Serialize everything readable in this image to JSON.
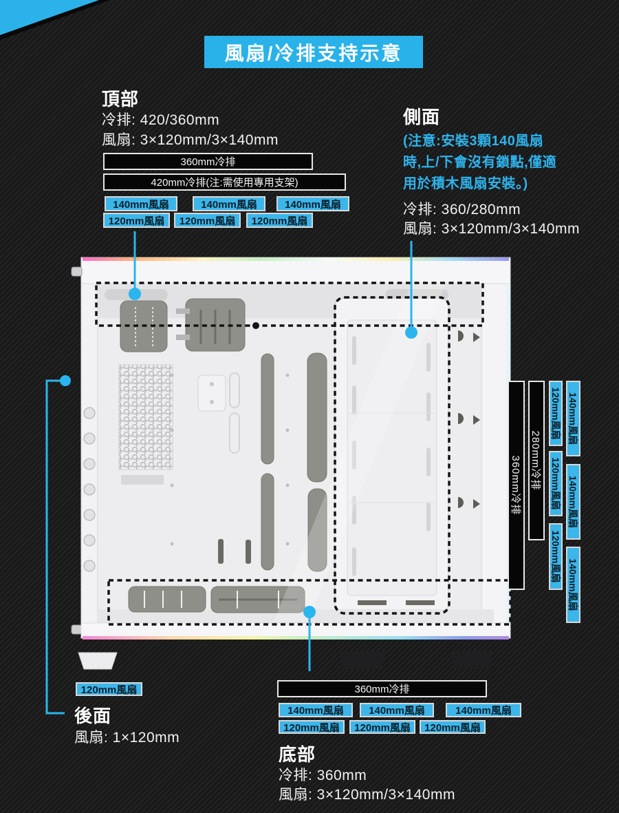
{
  "colors": {
    "accent_cyan": "#2cb2ea",
    "badge_cyan": "#3cb6ea",
    "note_cyan": "#2eb3ec",
    "bar_black": "#060606",
    "background_dark": "#1a1a1a",
    "case_white": "#f2f2f4"
  },
  "banner": {
    "title": "風扇/冷排支持示意"
  },
  "top": {
    "heading": "頂部",
    "line1": "冷排: 420/360mm",
    "line2": "風扇: 3×120mm/3×140mm",
    "bar_360": "360mm冷排",
    "bar_420": "420mm冷排(注:需使用專用支架)",
    "fans_140": [
      "140mm風扇",
      "140mm風扇",
      "140mm風扇"
    ],
    "fans_120": [
      "120mm風扇",
      "120mm風扇",
      "120mm風扇"
    ]
  },
  "side": {
    "heading": "側面",
    "note_line1": "(注意:安裝3顆140風扇",
    "note_line2": "時,上/下會沒有鎖點,僅適",
    "note_line3": "用於積木風扇安裝。)",
    "line1": "冷排: 360/280mm",
    "line2": "風扇: 3×120mm/3×140mm"
  },
  "right_rail": {
    "bar_360": "360mm冷排",
    "bar_280": "280mm冷排",
    "fans_120": [
      "120mm風扇",
      "120mm風扇",
      "120mm風扇"
    ],
    "fans_140": [
      "140mm風扇",
      "140mm風扇",
      "140mm風扇"
    ]
  },
  "rear": {
    "badge": "120mm風扇",
    "heading": "後面",
    "line1": "風扇: 1×120mm"
  },
  "bottom": {
    "bar_360": "360mm冷排",
    "fans_140": [
      "140mm風扇",
      "140mm風扇",
      "140mm風扇"
    ],
    "fans_120": [
      "120mm風扇",
      "120mm風扇",
      "120mm風扇"
    ],
    "heading": "底部",
    "line1": "冷排: 360mm",
    "line2": "風扇: 3×120mm/3×140mm"
  }
}
